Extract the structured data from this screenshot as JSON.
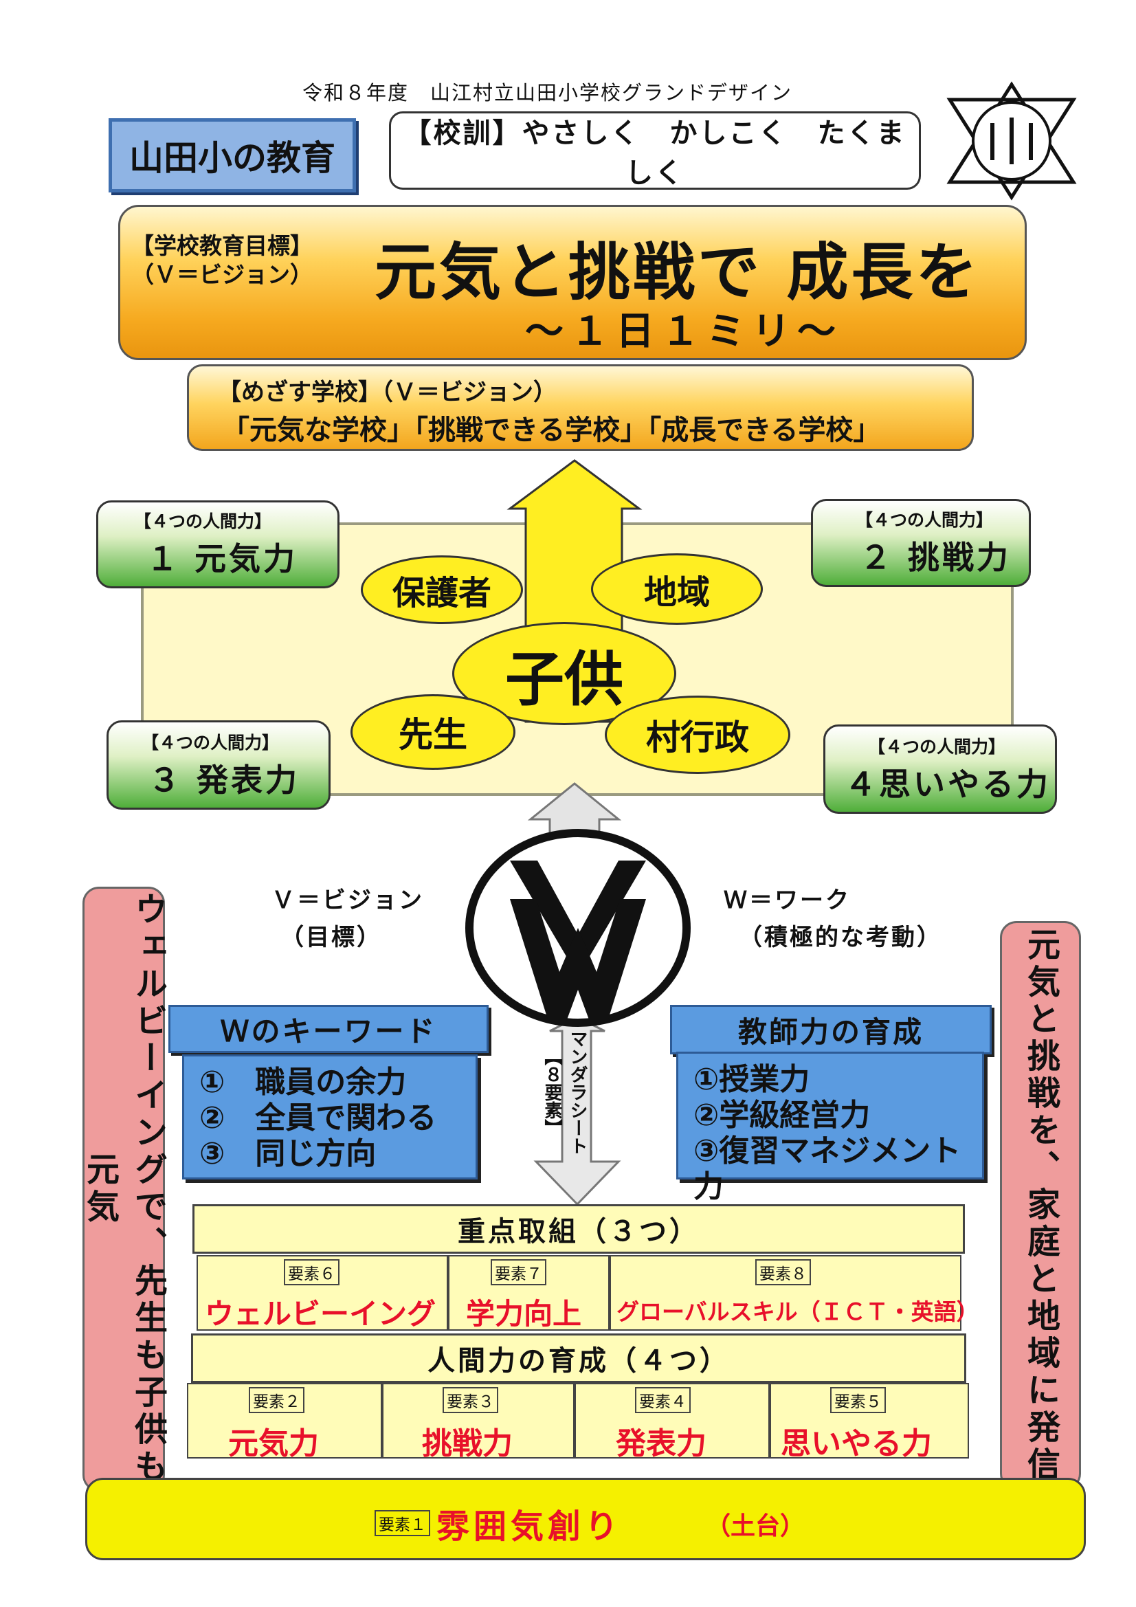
{
  "header": {
    "title": "令和８年度　山江村立山田小学校グランドデザイン"
  },
  "education_label": "山田小の教育",
  "motto": "【校訓】やさしく　かしこく　たくましく",
  "emblem": {
    "icon": "school-emblem-icon"
  },
  "goal": {
    "label_line1": "【学校教育目標】",
    "label_line2": "（Ｖ＝ビジョン）",
    "main": "元気と挑戦で 成長を",
    "sub": "〜１日１ミリ〜"
  },
  "aim": {
    "title": "【めざす学校】（Ｖ＝ビジョン）",
    "text": "「元気な学校」「挑戦できる学校」「成長できる学校」"
  },
  "skills": [
    {
      "tag": "【４つの人間力】",
      "name": "１ 元気力"
    },
    {
      "tag": "【４つの人間力】",
      "name": "２ 挑戦力"
    },
    {
      "tag": "【４つの人間力】",
      "name": "３ 発表力"
    },
    {
      "tag": "【４つの人間力】",
      "name": "４思いやる力"
    }
  ],
  "hub": {
    "center": "子供",
    "guardians": "保護者",
    "region": "地域",
    "teacher": "先生",
    "village": "村行政"
  },
  "vw": {
    "v_label": "Ｖ＝ビジョン",
    "v_sub": "（目標）",
    "w_label": "Ｗ＝ワーク",
    "w_sub": "（積極的な考動）"
  },
  "left_pill": "ウェルビーイングで、先生も子供も元気",
  "right_pill": "元気と挑戦を、家庭と地域に発信",
  "keywords": {
    "title": "Ｗのキーワード",
    "items": [
      "①　職員の余力",
      "②　全員で関わる",
      "③　同じ方向"
    ]
  },
  "teacher_power": {
    "title": "教師力の育成",
    "items": [
      "①授業力",
      "②学級経営力",
      "③復習マネジメント力"
    ]
  },
  "mandala": "マンダラシート【８要素】",
  "priority": {
    "title": "重点取組（３つ）",
    "items": [
      {
        "tag": "要素６",
        "label": "ウェルビーイング"
      },
      {
        "tag": "要素７",
        "label": "学力向上"
      },
      {
        "tag": "要素８",
        "label": "グローバルスキル（ＩＣＴ・英語）"
      }
    ]
  },
  "human": {
    "title": "人間力の育成（４つ）",
    "items": [
      {
        "tag": "要素２",
        "label": "元気力"
      },
      {
        "tag": "要素３",
        "label": "挑戦力"
      },
      {
        "tag": "要素４",
        "label": "発表力"
      },
      {
        "tag": "要素５",
        "label": "思いやる力"
      }
    ]
  },
  "foundation": {
    "tag": "要素１",
    "label": "雰囲気創り",
    "note": "（土台）"
  },
  "colors": {
    "orange_gradient_end": "#e9950f",
    "green_skill": "#4fae3a",
    "blue_box": "#5b9be0",
    "pink_pill": "#ef9c9c",
    "yellow_oval": "#ffee22",
    "foundation_yellow": "#f5f000",
    "accent_red": "#e8102a"
  }
}
